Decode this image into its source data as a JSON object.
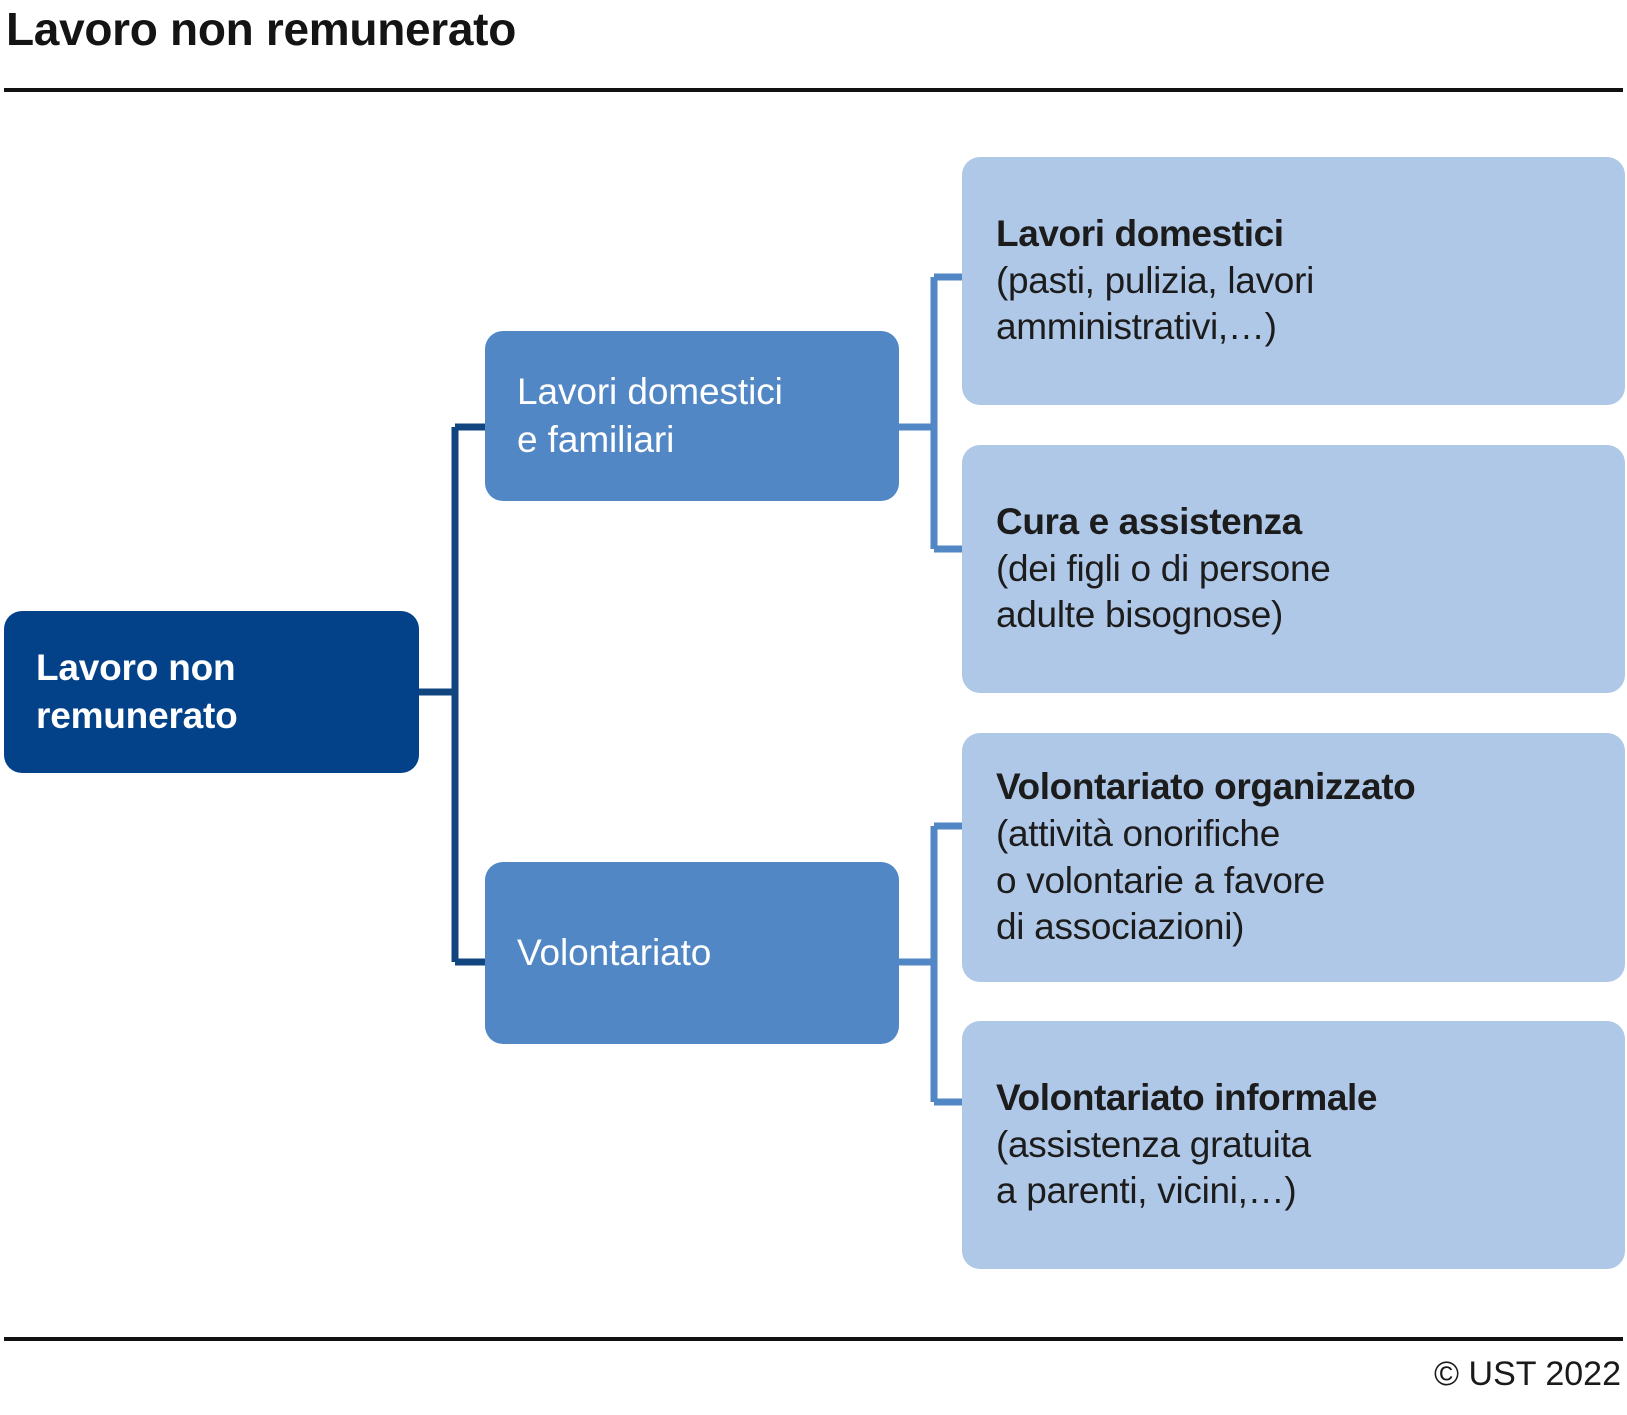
{
  "header": {
    "title": "Lavoro non remunerato"
  },
  "footer": {
    "copyright": "© UST 2022"
  },
  "colors": {
    "root_box": "#034289",
    "branch_box": "#5287c6",
    "leaf_box": "#b0c8e8",
    "root_connector": "#10457f",
    "branch_connector": "#5287c6",
    "rule": "#111111",
    "text_dark": "#1c1c1c",
    "text_light": "#ffffff"
  },
  "diagram": {
    "type": "tree",
    "root": {
      "label_lines": [
        "Lavoro non",
        "remunerato"
      ],
      "label": "Lavoro non remunerato"
    },
    "branches": [
      {
        "label_lines": [
          "Lavori domestici",
          "e familiari"
        ],
        "label": "Lavori domestici e familiari",
        "leaves": [
          {
            "title": "Lavori domestici",
            "desc_lines": [
              "(pasti, pulizia, lavori",
              "amministrativi,…)"
            ],
            "desc": "(pasti, pulizia, lavori amministrativi,…)"
          },
          {
            "title": "Cura e assistenza",
            "desc_lines": [
              "(dei figli o di persone",
              "adulte bisognose)"
            ],
            "desc": "(dei figli o di persone adulte bisognose)"
          }
        ]
      },
      {
        "label_lines": [
          "Volontariato"
        ],
        "label": "Volontariato",
        "leaves": [
          {
            "title": "Volontariato organizzato",
            "desc_lines": [
              "(attività onorifiche",
              "o volontarie a favore",
              "di associazioni)"
            ],
            "desc": "(attività onorifiche o volontarie a favore di associazioni)"
          },
          {
            "title": "Volontariato informale",
            "desc_lines": [
              "(assistenza gratuita",
              "a parenti, vicini,…)"
            ],
            "desc": "(assistenza gratuita a parenti, vicini,…)"
          }
        ]
      }
    ]
  }
}
